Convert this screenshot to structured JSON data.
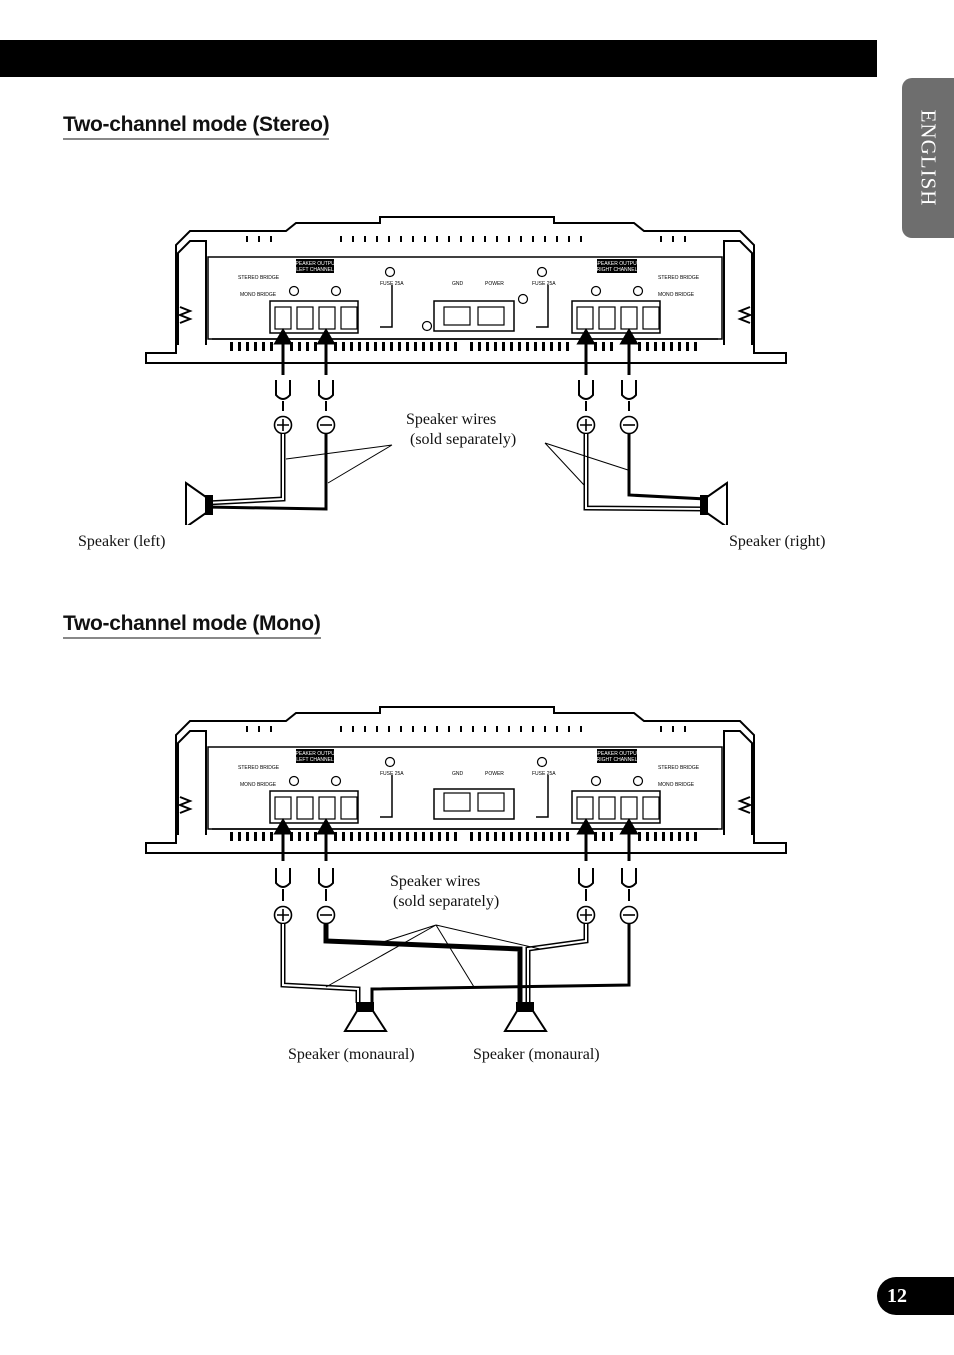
{
  "header": {
    "language_tab": "ENGLISH"
  },
  "stereo": {
    "title": "Two-channel mode (Stereo)",
    "wires_label_1": "Speaker wires",
    "wires_label_2": "(sold separately)",
    "speaker_left": "Speaker (left)",
    "speaker_right": "Speaker (right)"
  },
  "mono": {
    "title": "Two-channel mode (Mono)",
    "wires_label_1": "Speaker wires",
    "wires_label_2": "(sold separately)",
    "speaker_1": "Speaker (monaural)",
    "speaker_2": "Speaker (monaural)"
  },
  "amp_panel": {
    "left_channel_1": "SPEAKER OUTPUT",
    "left_channel_2": "LEFT CHANNEL",
    "right_channel_1": "SPEAKER OUTPUT",
    "right_channel_2": "RIGHT CHANNEL",
    "stereo_bridge": "STEREO BRIDGE",
    "mono_bridge": "MONO BRIDGE",
    "fuse": "FUSE 25A",
    "gnd": "GND",
    "power": "POWER"
  },
  "page_number": "12"
}
